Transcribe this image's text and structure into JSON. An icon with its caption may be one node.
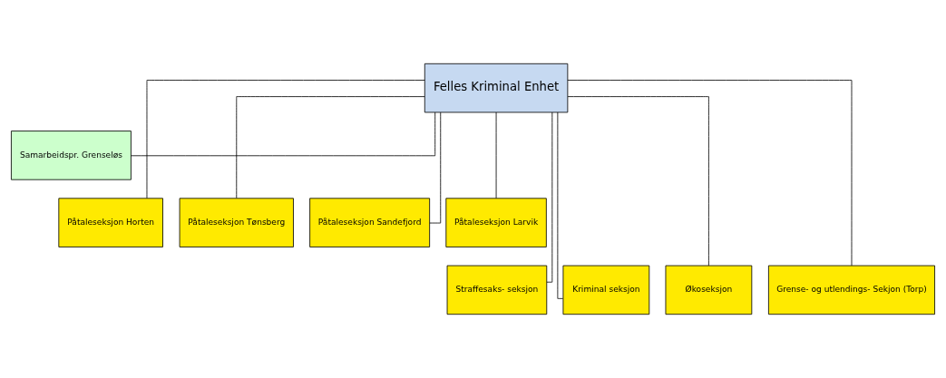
{
  "diagram": {
    "nodes": [
      {
        "text": [
          "Felles Kriminal Enhet"
        ]
      },
      {
        "text": [
          "Samarbeidspr. Grenseløs"
        ]
      },
      {
        "text": [
          "Påtaleseksjon Horten"
        ]
      },
      {
        "text": [
          "Påtaleseksjon Tønsberg"
        ]
      },
      {
        "text": [
          "Påtaleseksjon Sandefjord"
        ]
      },
      {
        "text": [
          "Påtaleseksjon Larvik"
        ]
      },
      {
        "text": [
          "Straffesaks- seksjon"
        ]
      },
      {
        "text": [
          "Kriminal seksjon"
        ]
      },
      {
        "text": [
          "Økoseksjon"
        ]
      },
      {
        "text": [
          "Grense- og utlendings- Sekjon (Torp)"
        ]
      }
    ],
    "edges": [
      {
        "from": 0,
        "to": 1,
        "arrow": "none"
      },
      {
        "from": 0,
        "to": 6,
        "arrow": "none"
      },
      {
        "from": 0,
        "to": 2,
        "arrow": "none"
      },
      {
        "from": 0,
        "to": 7,
        "arrow": "none"
      },
      {
        "from": 0,
        "to": 3,
        "arrow": "none"
      },
      {
        "from": 0,
        "to": 8,
        "arrow": "none"
      },
      {
        "from": 0,
        "to": 4,
        "arrow": "none"
      },
      {
        "from": 0,
        "to": 9,
        "arrow": "none"
      },
      {
        "from": 0,
        "to": 5,
        "arrow": "none"
      }
    ]
  }
}
